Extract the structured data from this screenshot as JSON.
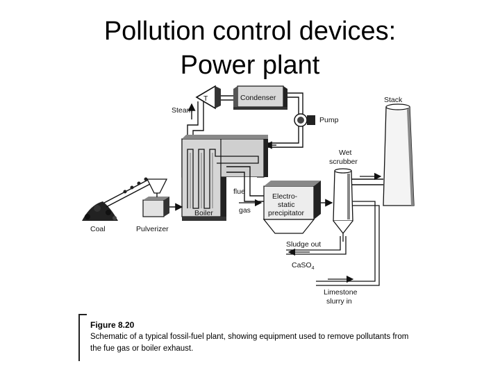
{
  "slide": {
    "title_line1": "Pollution control devices:",
    "title_line2": "Power plant"
  },
  "labels": {
    "turbine": "T",
    "condenser": "Condenser",
    "steam": "Steam",
    "pump": "Pump",
    "stack": "Stack",
    "wet_scrubber_1": "Wet",
    "wet_scrubber_2": "scrubber",
    "flue": "flue",
    "gas": "gas",
    "boiler": "Boiler",
    "precip_1": "Electro-",
    "precip_2": "static",
    "precip_3": "precipitator",
    "coal": "Coal",
    "pulverizer": "Pulverizer",
    "sludge_out": "Sludge out",
    "caso4": "CaSO",
    "caso4_sub": "4",
    "limestone_1": "Limestone",
    "limestone_2": "slurry in"
  },
  "caption": {
    "figure": "Figure 8.20",
    "line1": "Schematic of a typical fossil-fuel plant, showing equipment used to remove pollutants from",
    "line2": "the fue gas or boiler exhaust."
  }
}
